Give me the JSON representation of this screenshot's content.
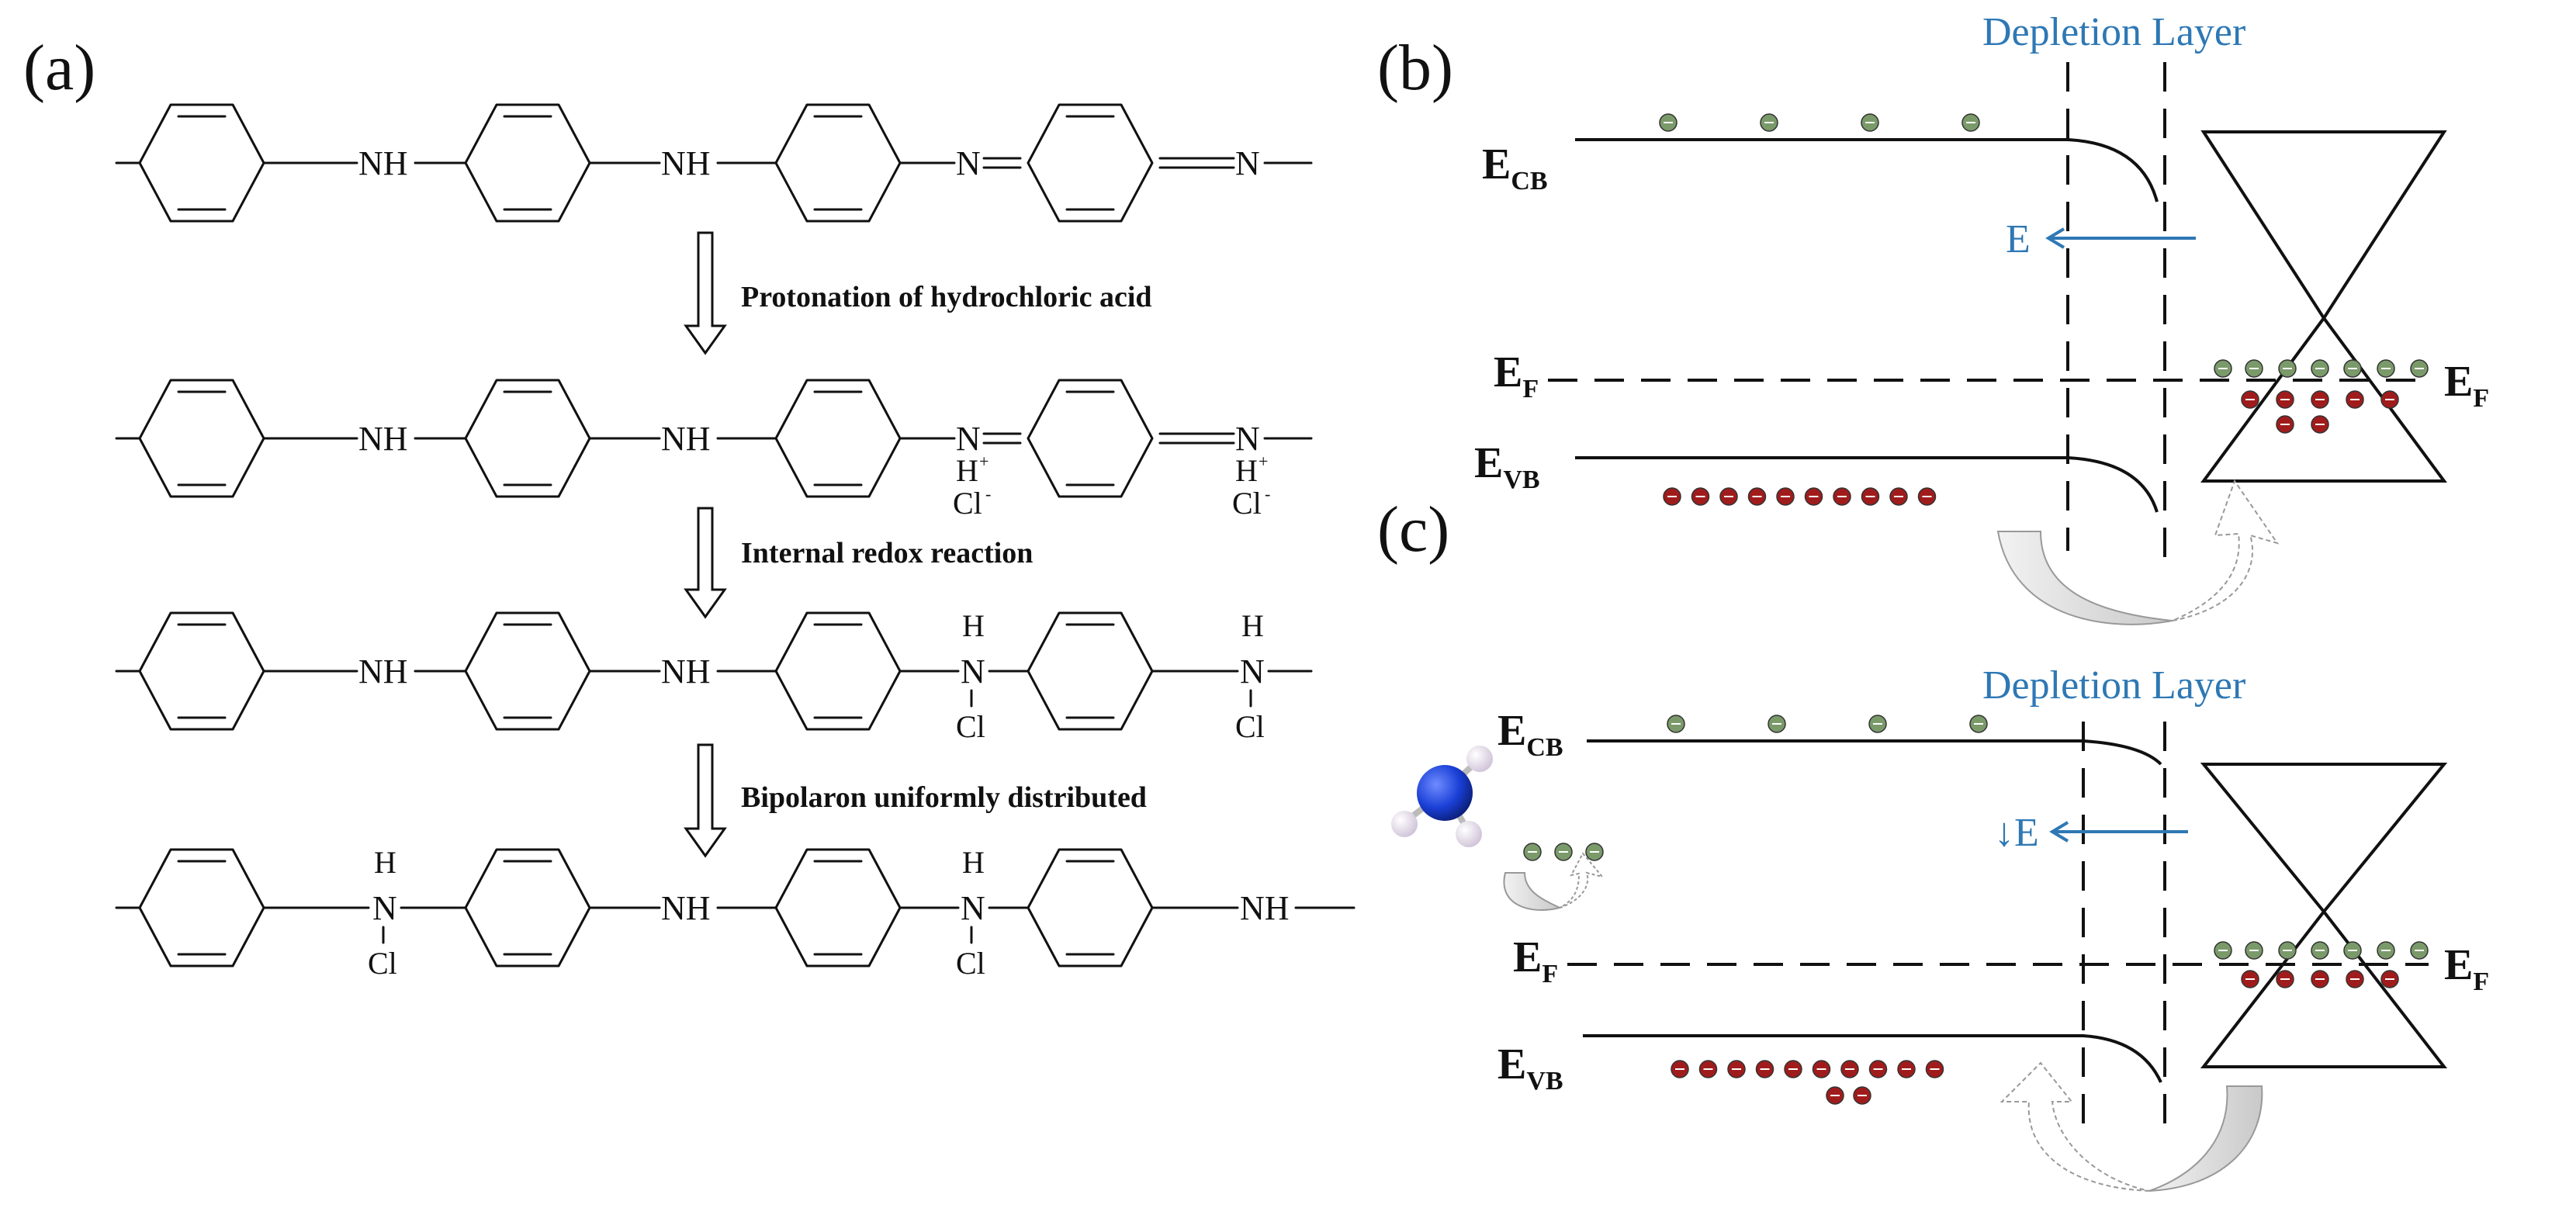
{
  "panels": {
    "a": "(a)",
    "b": "(b)",
    "c": "(c)"
  },
  "atoms": {
    "nh": "NH",
    "n": "N",
    "h": "H",
    "cl": "Cl",
    "hplus": "H",
    "plus": "+",
    "clminus": "Cl",
    "minus": "-"
  },
  "steps": [
    "Protonation of hydrochloric acid",
    "Internal redox reaction",
    "Bipolaron uniformly distributed"
  ],
  "bands": {
    "depletion": "Depletion Layer",
    "e": "E",
    "ecb_main": "E",
    "ecb_sub": "CB",
    "ef_main": "E",
    "ef_sub": "F",
    "evb_main": "E",
    "evb_sub": "VB",
    "field_b": "E",
    "field_c": "↓E"
  },
  "colors": {
    "electron": "#7a9a6a",
    "hole": "#a01c1c",
    "accent_blue": "#2e78b4",
    "nitrogen_atom": "#1a3fd6",
    "hydrogen_atom": "#e8e0ee"
  }
}
